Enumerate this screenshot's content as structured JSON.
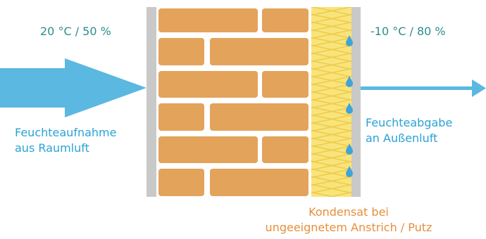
{
  "inside": {
    "climate": "20 °C / 50 %",
    "absorption_line1": "Feuchteaufnahme",
    "absorption_line2": "aus Raumluft"
  },
  "outside": {
    "climate": "-10 °C / 80 %",
    "release_line1": "Feuchteabgabe",
    "release_line2": "an Außenluft"
  },
  "condensate": {
    "line1": "Kondensat bei",
    "line2": "ungeeignetem Anstrich / Putz"
  },
  "colors": {
    "brick": "#e3a35a",
    "brick_edge": "#cf8a40",
    "plaster": "#c9c9c9",
    "insulation": "#f8e47a",
    "arrow": "#5bb8e0",
    "text_teal": "#2b8e8c",
    "text_blue": "#2aa3d6",
    "text_orange": "#e58f3c"
  }
}
